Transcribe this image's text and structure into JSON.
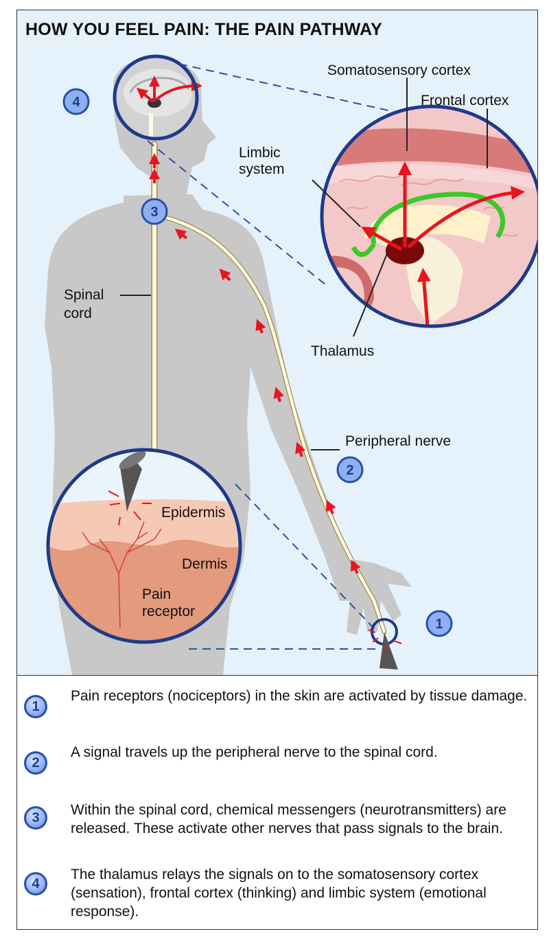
{
  "title": "HOW YOU FEEL PAIN: THE PAIN PATHWAY",
  "labels": {
    "somatosensory_cortex": "Somatosensory cortex",
    "frontal_cortex": "Frontal cortex",
    "limbic_system_line1": "Limbic",
    "limbic_system_line2": "system",
    "thalamus": "Thalamus",
    "spinal_cord_line1": "Spinal",
    "spinal_cord_line2": "cord",
    "peripheral_nerve": "Peripheral nerve",
    "epidermis": "Epidermis",
    "dermis": "Dermis",
    "pain_receptor_line1": "Pain",
    "pain_receptor_line2": "receptor"
  },
  "markers": [
    "1",
    "2",
    "3",
    "4"
  ],
  "steps": [
    {
      "num": "1",
      "text": "Pain receptors (nociceptors) in the skin are activated by tissue damage."
    },
    {
      "num": "2",
      "text": "A signal travels up the peripheral nerve to the spinal cord."
    },
    {
      "num": "3",
      "text": "Within the spinal cord, chemical messengers (neurotransmitters) are released. These activate other nerves that pass signals to the brain."
    },
    {
      "num": "4",
      "text": "The thalamus relays the signals on to the somatosensory cortex (sensation), frontal cortex (thinking) and limbic system (emotional response)."
    }
  ],
  "colors": {
    "background": "#e6f2fb",
    "body": "#c8c8c8",
    "circle_border": "#1e3a8a",
    "arrow_red": "#e8141e",
    "nerve": "#fffbe0",
    "limbic_green": "#3cc828"
  }
}
